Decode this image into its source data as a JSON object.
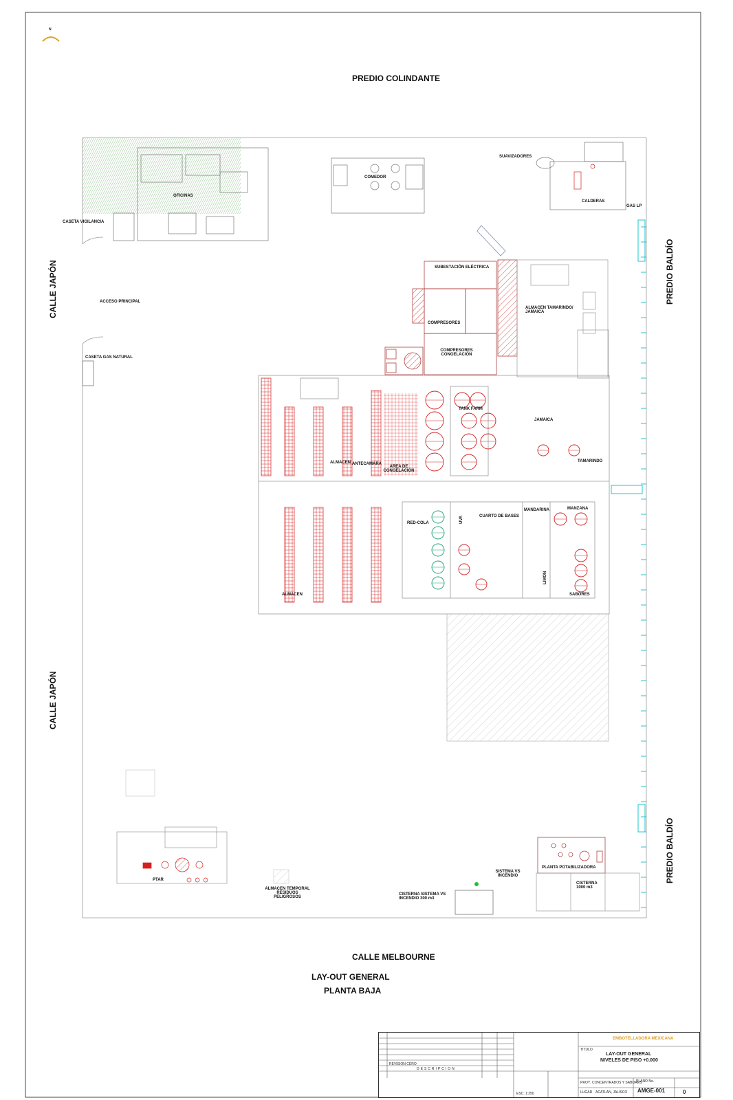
{
  "north_label": "N",
  "boundaries": {
    "top": "PREDIO COLINDANTE",
    "bottom": "CALLE MELBOURNE",
    "left_top": "CALLE JAPÓN",
    "left_bottom": "CALLE JAPÓN",
    "right_top": "PREDIO BALDÍO",
    "right_bottom": "PREDIO BALDÍO"
  },
  "areas": {
    "caseta_vigilancia": "CASETA VIGILANCIA",
    "oficinas": "OFICINAS",
    "comedor": "COMEDOR",
    "suavizadores": "SUAVIZADORES",
    "calderas": "CALDERAS",
    "gas_lp": "GAS LP",
    "acceso_principal": "ACCESO PRINCIPAL",
    "caseta_gas_natural": "CASETA GAS NATURAL",
    "subestacion": "SUBESTACIÓN ELÉCTRICA",
    "compresores": "COMPRESORES",
    "compresores_congelacion": "COMPRESORES CONGELACIÓN",
    "almacen_tamarindo": "ALMACEN TAMARINDO/ JAMAICA",
    "tank_farm": "TANK FARM",
    "jamaica": "JAMAICA",
    "tamarindo": "TAMARINDO",
    "almacen_top": "ALMACEN",
    "antecamara": "ANTECAMARA",
    "area_congelacion": "AREA DE CONGELACIÓN",
    "red_cola": "RED-COLA",
    "uva": "UVA",
    "cuarto_bases": "CUARTO DE BASES",
    "mandarina": "MANDARINA",
    "manzana": "MANZANA",
    "limon": "LIMON",
    "sabores": "SABORES",
    "almacen_bottom": "ALMACEN",
    "ptar": "PTAR",
    "almacen_residuos": "ALMACEN TEMPORAL RESIDUOS PELIGROSOS",
    "cisterna_vs": "CISTERNA SISTEMA VS INCENDIO 300 m3",
    "sistema_vs": "SISTEMA VS INCENDIO",
    "planta_potabilizadora": "PLANTA POTABILIZADORA",
    "cisterna_1000": "CISTERNA 1000 m3"
  },
  "drawing_title": {
    "line1": "LAY-OUT GENERAL",
    "line2": "PLANTA BAJA"
  },
  "title_block": {
    "company": "EMBOTELLADORA MEXICANA",
    "titulo_label": "TITULO",
    "titulo_line1": "LAY-OUT GENERAL",
    "titulo_line2": "NIVELES DE PISO +0.000",
    "plano_no_label": "PLANO No.",
    "plano_no": "AMGE-001",
    "revision": "0",
    "descripcion_label": "DESCRIPCION",
    "proy_label": "PROY.",
    "proy_value": "CONCENTRADOS Y SABORES",
    "lugar_label": "LUGAR",
    "lugar_value": "ACATLAN, JALISCO",
    "escala": "ESC: 1:250",
    "rev_text": "REVISION CERO"
  },
  "colors": {
    "line": "#b0b0b0",
    "red": "#d42020",
    "cyan": "#18c8d0",
    "green": "#6aa86a",
    "orange": "#e0a020"
  }
}
